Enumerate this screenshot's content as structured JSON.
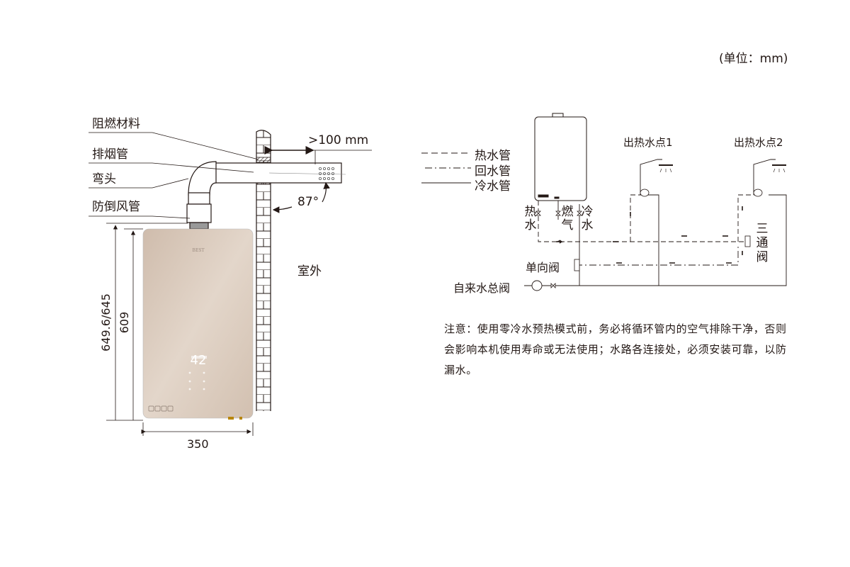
{
  "unit_label": "(单位：mm)",
  "left_diagram": {
    "labels": {
      "fire_retardant": "阻燃材料",
      "exhaust_pipe": "排烟管",
      "elbow": "弯头",
      "anti_backdraft": "防倒风管"
    },
    "clearance": ">100 mm",
    "angle": "87°",
    "outdoor": "室外",
    "dimensions": {
      "total_height": "649.6/645",
      "body_height": "609",
      "width": "350"
    },
    "display_temp": "42",
    "brand": "BEST"
  },
  "right_diagram": {
    "legend": [
      {
        "label": "热水管",
        "style": "dashed"
      },
      {
        "label": "回水管",
        "style": "dash-dot"
      },
      {
        "label": "冷水管",
        "style": "solid"
      }
    ],
    "ports": {
      "hot": "热水",
      "gas": "燃气",
      "cold": "冷水"
    },
    "outlet_1": "出热水点1",
    "outlet_2": "出热水点2",
    "three_way_valve": "三通阀",
    "check_valve": "单向阀",
    "main_valve": "自来水总阀"
  },
  "note": "注意：使用零冷水预热模式前，务必将循环管内的空气排除干净，否则会影响本机使用寿命或无法使用；水路各连接处，必须安装可靠，以防漏水。",
  "colors": {
    "line": "#231815",
    "heater_body": "#d8c6b6"
  }
}
